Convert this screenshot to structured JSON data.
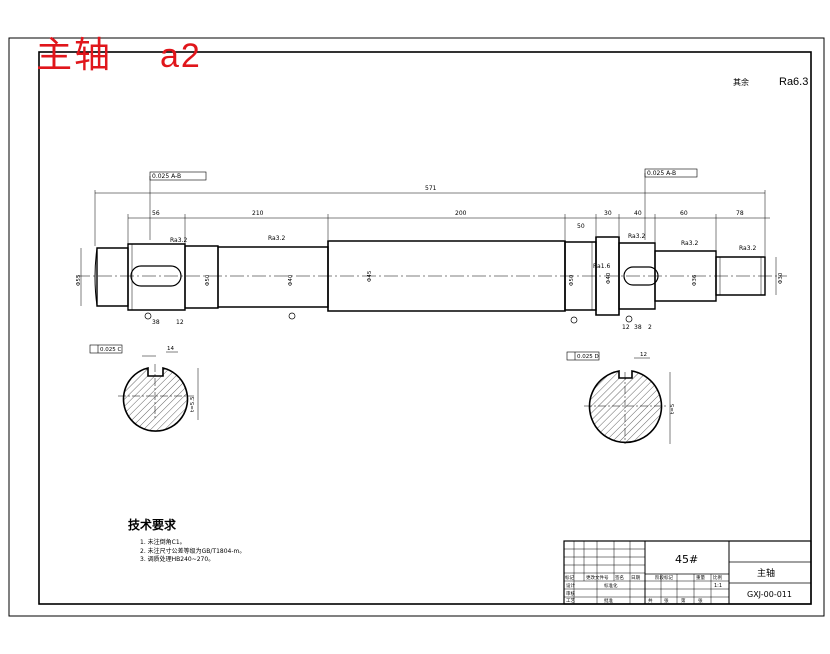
{
  "header": {
    "part_name": "主轴",
    "sheet_code": "a2"
  },
  "surface_roughness": {
    "prefix": "其余",
    "value": "Ra6.3"
  },
  "dimensions": {
    "overall": "571",
    "segments": [
      "56",
      "210",
      "200",
      "50",
      "30",
      "40",
      "60",
      "78"
    ],
    "diameters": [
      "Φ55",
      "Φ50",
      "Φ40",
      "Φ45",
      "Φ50",
      "Φ40",
      "Φ36",
      "Φ30"
    ],
    "roughness_marks": [
      "Ra3.2",
      "Ra3.2",
      "Ra3.2",
      "Ra3.2",
      "Ra1.6",
      "Ra3.2"
    ],
    "tolerance_left": "0.025 A-B",
    "tolerance_right": "0.025 A-B",
    "left_small": [
      "12",
      "38"
    ],
    "right_small": [
      "12",
      "38",
      "2"
    ]
  },
  "sections": {
    "left": {
      "flatness": "0.025 C",
      "keyway": "14",
      "depth": "t=5.5"
    },
    "right": {
      "flatness": "0.025 D",
      "keyway": "12",
      "depth": "t=5"
    }
  },
  "technical_requirements": {
    "title": "技术要求",
    "items": [
      "1. 未注倒角C1。",
      "2. 未注尺寸公差等级为GB/T1804-m。",
      "3. 调质处理HB240~270。"
    ]
  },
  "title_block": {
    "material": "45#",
    "part_name": "主轴",
    "drawing_no": "GXJ-00-011",
    "scale": "1:1",
    "labels": [
      "标记",
      "处数",
      "分区",
      "更改文件号",
      "签名",
      "日期",
      "设计",
      "标准化",
      "阶段标记",
      "重量",
      "比例",
      "审核",
      "工艺",
      "批准",
      "共",
      "张",
      "第",
      "张"
    ]
  }
}
